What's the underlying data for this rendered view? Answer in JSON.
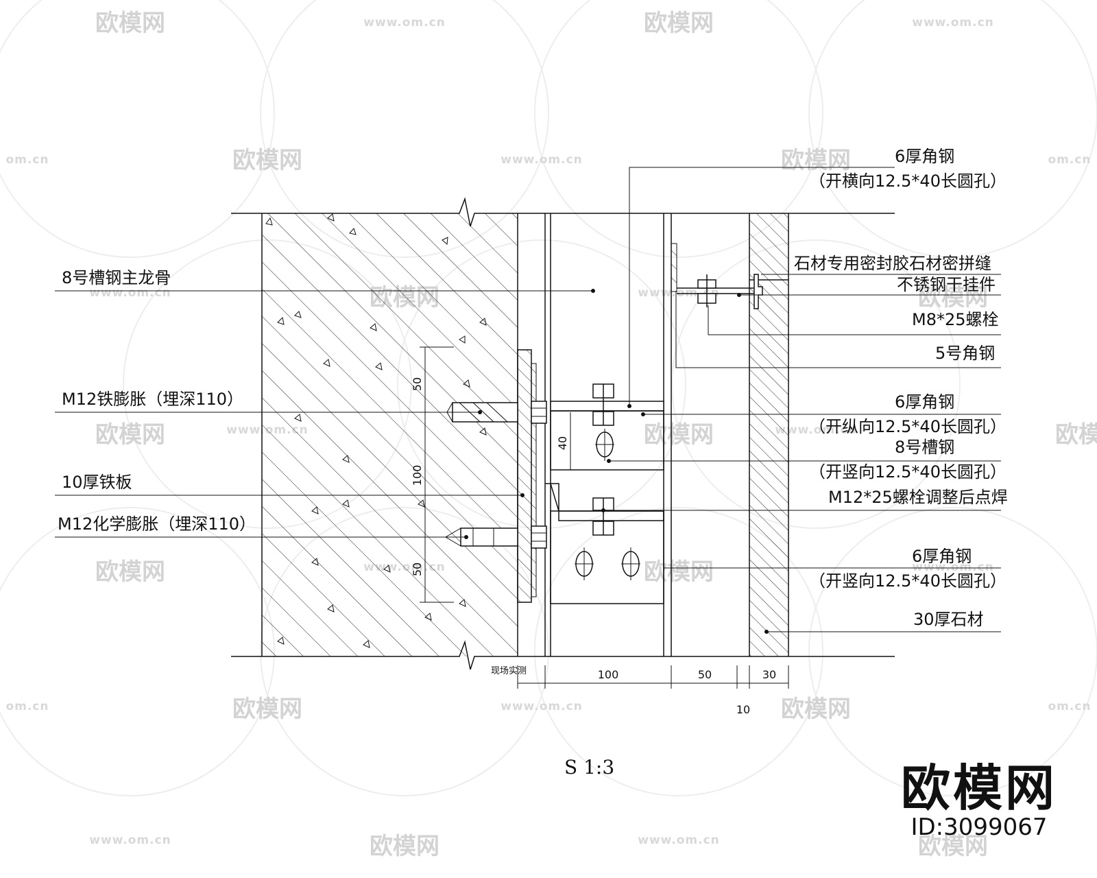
{
  "drawing": {
    "scale_label": "S 1:3",
    "left_labels": {
      "channel_main": "8号槽钢主龙骨",
      "m12_iron": "M12铁膨胀（埋深110）",
      "plate10": "10厚铁板",
      "m12_chem": "M12化学膨胀（埋深110）"
    },
    "right_labels": {
      "angle6_top_a": "6厚角钢",
      "angle6_top_b": "（开横向12.5*40长圆孔）",
      "sealant": "石材专用密封胶石材密拼缝",
      "hanger": "不锈钢干挂件",
      "m8": "M8*25螺栓",
      "angle5": "5号角钢",
      "angle6_mid_a": "6厚角钢",
      "angle6_mid_b": "（开纵向12.5*40长圆孔）",
      "channel8_a": "8号槽钢",
      "channel8_b": "（开竖向12.5*40长圆孔）",
      "m12_bolt": "M12*25螺栓调整后点焊",
      "angle6_bot_a": "6厚角钢",
      "angle6_bot_b": "（开竖向12.5*40长圆孔）",
      "stone30": "30厚石材"
    },
    "dimensions": {
      "field": "现场实测",
      "d100": "100",
      "d50": "50",
      "d30": "30",
      "d10": "10",
      "v50_top": "50",
      "v100": "100",
      "v50_bot": "50",
      "v40": "40"
    }
  },
  "watermark": {
    "brand": "欧模网",
    "url": "www.om.cn",
    "url_short": "om.cn"
  },
  "corner_brand": {
    "name": "欧模网",
    "id": "ID:3099067"
  }
}
